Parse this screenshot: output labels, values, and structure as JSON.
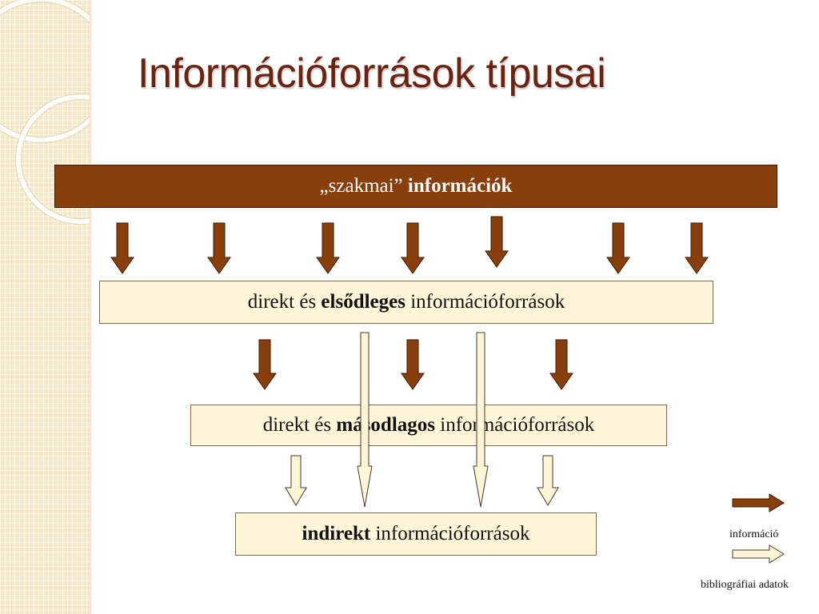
{
  "slide": {
    "title": "Információforrások típusai"
  },
  "diagram": {
    "top_box": {
      "prefix": "„szakmai” ",
      "bold": "információk",
      "suffix": ""
    },
    "primary_box": {
      "prefix": "direkt és ",
      "bold": "elsődleges",
      "suffix": " információforrások"
    },
    "secondary_box": {
      "prefix": "direkt és ",
      "bold": "másodlagos",
      "suffix": " információforrások"
    },
    "indirect_box": {
      "prefix": "",
      "bold": "indirekt",
      "suffix": " információforrások"
    }
  },
  "legend": {
    "information_label": "információ",
    "bibliographic_label": "bibliográfiai adatok"
  },
  "colors": {
    "information_arrow": "#883f0c",
    "bibliographic_arrow": "#fff6d7",
    "title": "#6b2310"
  }
}
